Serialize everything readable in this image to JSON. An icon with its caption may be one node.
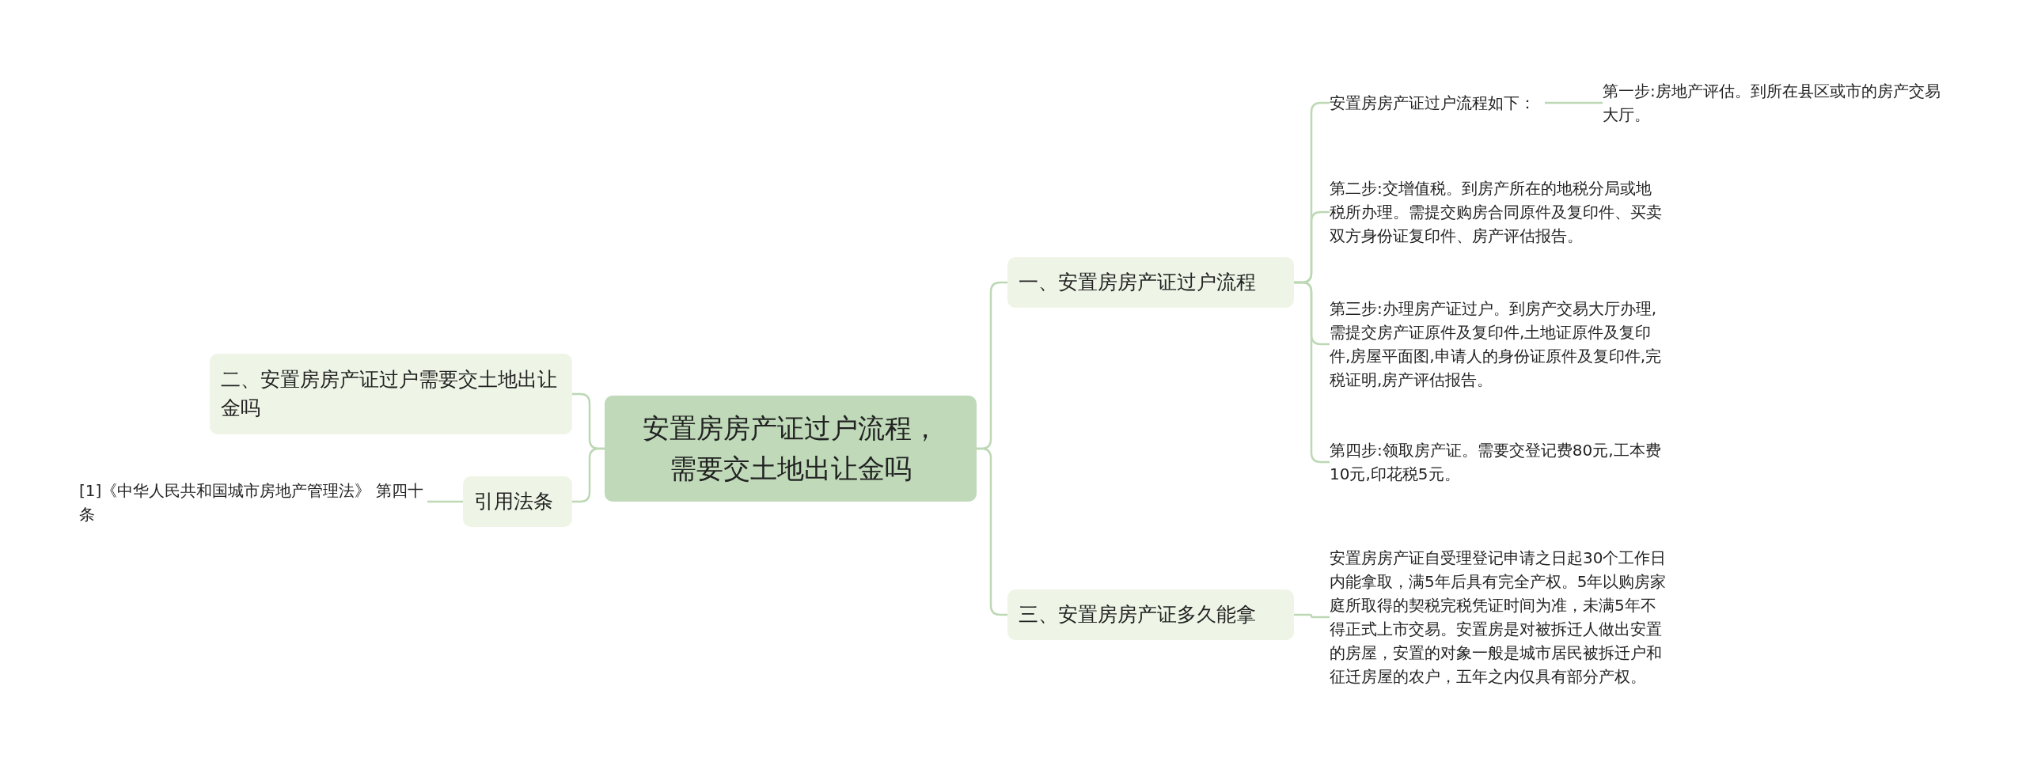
{
  "diagram": {
    "nodes": [
      {
        "text": [
          "安置房房产证过户流程，需要交土地出让金吗"
        ]
      },
      {
        "text": [
          "一、安置房房产证过户流程"
        ]
      },
      {
        "text": [
          "安置房房产证过户流程如下："
        ]
      },
      {
        "text": [
          "第一步:房地产评估。到所在县区或市的房产交易大厅。"
        ]
      },
      {
        "text": [
          "第二步:交增值税。到房产所在的地税分局或地税所办理。需提交购房合同原件及复印件、买卖双方身份证复印件、房产评估报告。"
        ]
      },
      {
        "text": [
          "第三步:办理房产证过户。到房产交易大厅办理,需提交房产证原件及复印件,土地证原件及复印件,房屋平面图,申请人的身份证原件及复印件,完税证明,房产评估报告。"
        ]
      },
      {
        "text": [
          "第四步:领取房产证。需要交登记费80元,工本费10元,印花税5元。"
        ]
      },
      {
        "text": [
          "三、安置房房产证多久能拿"
        ]
      },
      {
        "text": [
          "安置房房产证自受理登记申请之日起30个工作日内能拿取，满5年后具有完全产权。5年以购房家庭所取得的契税完税凭证时间为准，未满5年不得正式上市交易。安置房是对被拆迁人做出安置的房屋，安置的对象一般是城市居民被拆迁户和征迁房屋的农户，五年之内仅具有部分产权。"
        ]
      },
      {
        "text": [
          "二、安置房房产证过户需要交土地出让金吗"
        ]
      },
      {
        "text": [
          "引用法条"
        ]
      },
      {
        "text": [
          "[1]《中华人民共和国城市房地产管理法》 第四十条"
        ]
      }
    ],
    "edges": [
      {
        "from": 0,
        "to": 1,
        "arrow": "none"
      },
      {
        "from": 0,
        "to": 7,
        "arrow": "none"
      },
      {
        "from": 0,
        "to": 9,
        "arrow": "none"
      },
      {
        "from": 0,
        "to": 10,
        "arrow": "none"
      },
      {
        "from": 1,
        "to": 2,
        "arrow": "none"
      },
      {
        "from": 1,
        "to": 4,
        "arrow": "none"
      },
      {
        "from": 1,
        "to": 5,
        "arrow": "none"
      },
      {
        "from": 1,
        "to": 6,
        "arrow": "none"
      },
      {
        "from": 2,
        "to": 3,
        "arrow": "none"
      },
      {
        "from": 7,
        "to": 8,
        "arrow": "none"
      },
      {
        "from": 10,
        "to": 11,
        "arrow": "none"
      }
    ]
  }
}
